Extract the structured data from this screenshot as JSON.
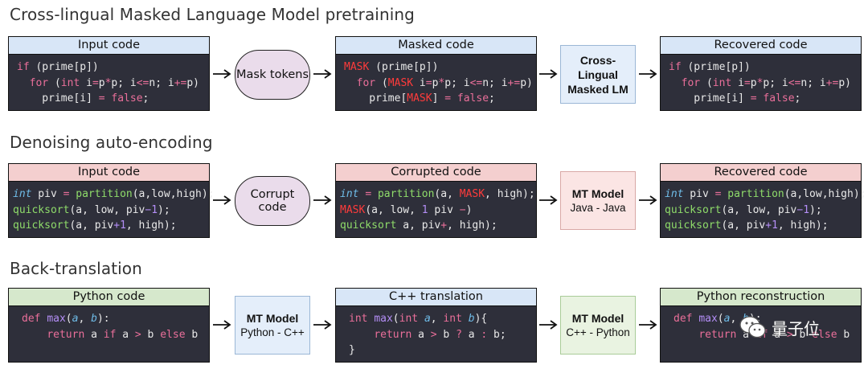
{
  "sections": [
    {
      "title": "Cross-lingual Masked Language Model pretraining"
    },
    {
      "title": "Denoising auto-encoding"
    },
    {
      "title": "Back-translation"
    }
  ],
  "row1": {
    "input_header": "Input code",
    "mask_step": "Mask tokens",
    "masked_header": "Masked code",
    "model_title": "Cross-Lingual",
    "model_title2": "Masked LM",
    "recovered_header": "Recovered code"
  },
  "row2": {
    "input_header": "Input code",
    "corrupt_step": "Corrupt code",
    "corrupted_header": "Corrupted code",
    "model_title": "MT Model",
    "model_sub": "Java - Java",
    "recovered_header": "Recovered code"
  },
  "row3": {
    "python_header": "Python code",
    "model1_title": "MT Model",
    "model1_sub": "Python - C++",
    "cpp_header": "C++ translation",
    "model2_title": "MT Model",
    "model2_sub": "C++ - Python",
    "recon_header": "Python reconstruction"
  },
  "watermark": {
    "text": "量子位"
  },
  "colors": {
    "code_bg": "#2e2f3a",
    "keyword": "#ea6f9a",
    "mask": "#ff3b3b",
    "type": "#6fbce8",
    "function": "#8fdc6a",
    "number": "#b48ef6"
  }
}
